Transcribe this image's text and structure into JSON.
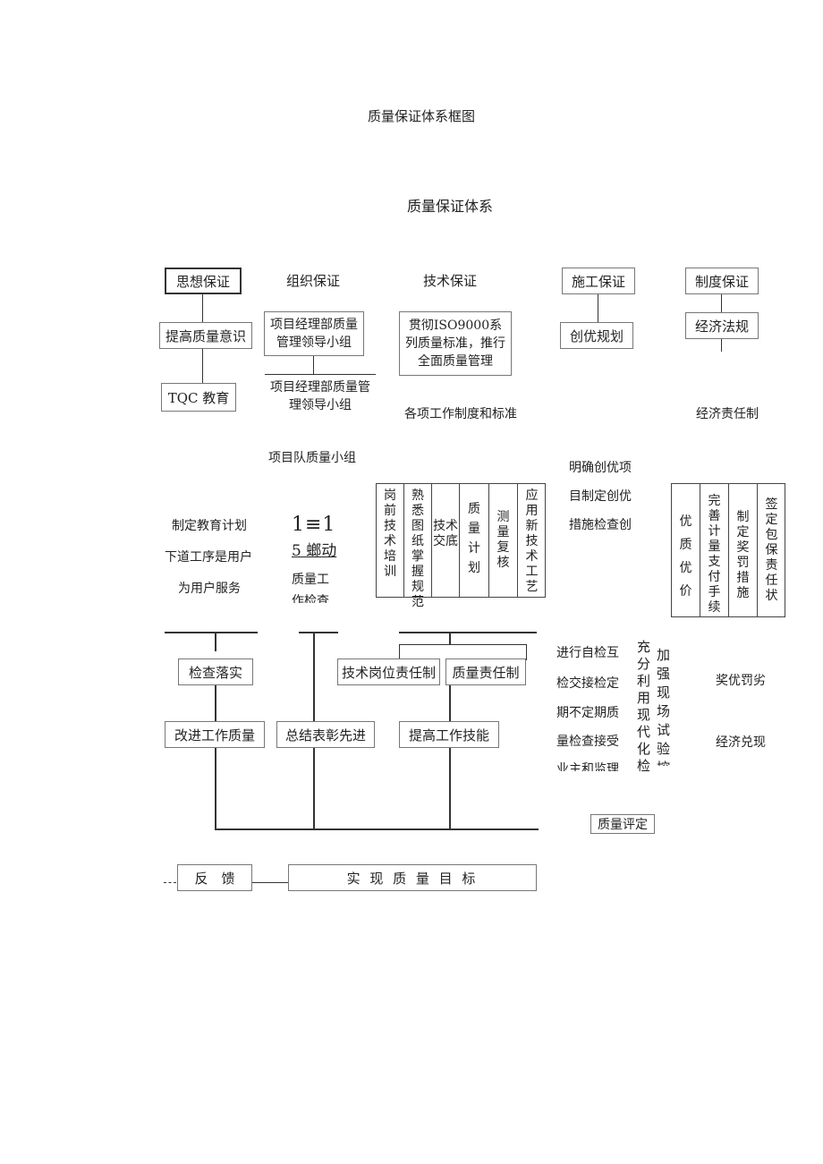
{
  "title": "质量保证体系框图",
  "subtitle": "质量保证体系",
  "pillars": {
    "thought": "思想保证",
    "org": "组织保证",
    "tech": "技术保证",
    "construction": "施工保证",
    "system": "制度保证"
  },
  "thought_col": {
    "awareness": "提高质量意识",
    "tqc": "TQC 教育",
    "plan_lines": [
      "制定教育计划",
      "下道工序是用户",
      "为用户服务"
    ]
  },
  "org_col": {
    "box": "项目经理部质量管理领导小组",
    "under": "项目经理部质量管理领导小组",
    "team": "项目队质量小组",
    "mark_top": "1≡1",
    "mark_bottom": "5 螂动",
    "qw": "质量工",
    "qw2": "作检查"
  },
  "tech_col": {
    "box": "贯彻ISO9000系列质量标准，推行全面质量管理",
    "standards": "各项工作制度和标准",
    "columns": [
      "岗前技术培训",
      "熟悉图纸掌握规范",
      "技术交底",
      "质量计划",
      "测量复核",
      "应用新技术工艺"
    ]
  },
  "construction_col": {
    "box": "创优规划",
    "lines": [
      "明确创优项",
      "目制定创优",
      "措施检查创"
    ]
  },
  "system_col": {
    "box": "经济法规",
    "duty": "经济责任制",
    "columns": [
      "优质优价",
      "完善计量支付手续",
      "制定奖罚措施",
      "签定包保责任状"
    ]
  },
  "lower": {
    "inspect": "检查落实",
    "improve": "改进工作质量",
    "summary": "总结表彰先进",
    "tech_duty": "技术岗位责任制",
    "quality_duty": "质量责任制",
    "skill": "提高工作技能",
    "self_check_lines": [
      "进行自检互",
      "检交接检定",
      "期不定期质",
      "量检查接受",
      "业主和监理"
    ],
    "col_a": "充分利用现代化检",
    "col_b": "加强现场试验控",
    "reward": "奖优罚劣",
    "cash": "经济兑现",
    "evaluation": "质量评定",
    "feedback": "反　馈",
    "goal": "实 现 质 量 目 标"
  }
}
